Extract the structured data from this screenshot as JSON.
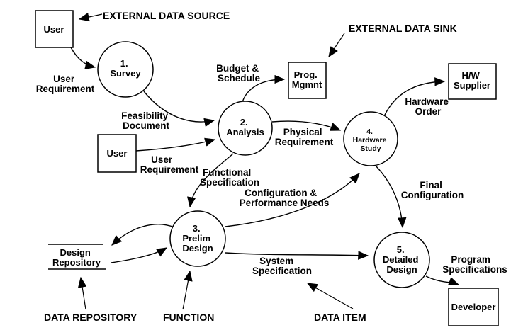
{
  "canvas": {
    "bg": "#ffffff",
    "line_color": "#000000"
  },
  "processes": {
    "survey": {
      "lines": [
        "1.",
        "Survey"
      ]
    },
    "analysis": {
      "lines": [
        "2.",
        "Analysis"
      ]
    },
    "prelim_design": {
      "lines": [
        "3.",
        "Prelim",
        "Design"
      ]
    },
    "hardware_study": {
      "lines": [
        "4.",
        "Hardware",
        "Study"
      ]
    },
    "detailed_design": {
      "lines": [
        "5.",
        "Detailed",
        "Design"
      ]
    }
  },
  "entities": {
    "user_top": {
      "label": "User"
    },
    "user_mid": {
      "label": "User"
    },
    "prog_mgmnt": {
      "lines": [
        "Prog.",
        "Mgmnt"
      ]
    },
    "hw_supplier": {
      "lines": [
        "H/W",
        "Supplier"
      ]
    },
    "developer": {
      "label": "Developer"
    }
  },
  "datastore": {
    "design_repository": {
      "lines": [
        "Design",
        "Repository"
      ]
    }
  },
  "flow_labels": {
    "user_requirement_top": {
      "lines": [
        "User",
        "Requirement"
      ]
    },
    "feasibility_document": {
      "lines": [
        "Feasibility",
        "Document"
      ]
    },
    "user_requirement_mid": {
      "lines": [
        "User",
        "Requirement"
      ]
    },
    "budget_schedule": {
      "lines": [
        "Budget &",
        "Schedule"
      ]
    },
    "physical_requirement": {
      "lines": [
        "Physical",
        "Requirement"
      ]
    },
    "hardware_order": {
      "lines": [
        "Hardware",
        "Order"
      ]
    },
    "functional_specification": {
      "lines": [
        "Functional",
        "Specification"
      ]
    },
    "configuration_performance_needs": {
      "lines": [
        "Configuration &",
        "Performance Needs"
      ]
    },
    "final_configuration": {
      "lines": [
        "Final",
        "Configuration"
      ]
    },
    "system_specification": {
      "lines": [
        "System",
        "Specification"
      ]
    },
    "program_specifications": {
      "lines": [
        "Program",
        "Specifications"
      ]
    }
  },
  "annotations": {
    "external_data_source": "EXTERNAL DATA SOURCE",
    "external_data_sink": "EXTERNAL DATA SINK",
    "data_repository": "DATA REPOSITORY",
    "function": "FUNCTION",
    "data_item": "DATA ITEM"
  }
}
